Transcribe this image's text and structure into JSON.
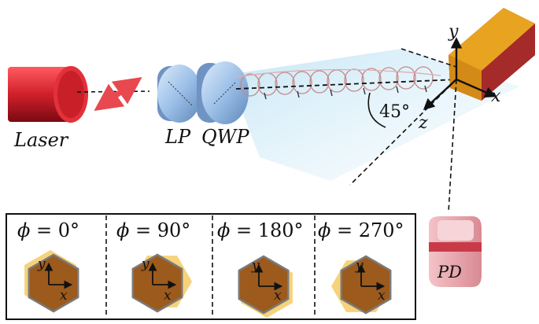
{
  "labels": {
    "laser": "Laser",
    "lp": "LP",
    "qwp": "QWP",
    "pd": "PD",
    "angle": "45°",
    "axis_x": "x",
    "axis_y": "y",
    "axis_z": "z"
  },
  "panels": [
    {
      "symbol": "ϕ",
      "value": "= 0°",
      "rotation_deg": 0,
      "axis_x": "x",
      "axis_y": "y"
    },
    {
      "symbol": "ϕ",
      "value": "= 90°",
      "rotation_deg": 90,
      "axis_x": "x",
      "axis_y": "y"
    },
    {
      "symbol": "ϕ",
      "value": "= 180°",
      "rotation_deg": 180,
      "axis_x": "x",
      "axis_y": "y"
    },
    {
      "symbol": "ϕ",
      "value": "= 270°",
      "rotation_deg": 270,
      "axis_x": "x",
      "axis_y": "y"
    }
  ],
  "colors": {
    "laser": "#d0202a",
    "optics": "#9cc0e8",
    "crystal_face": "#e8a321",
    "crystal_side": "#c0392b",
    "hexagon": "#9c5a1c",
    "hexagon_glow": "#f6d27a",
    "detector": "#e8a0a8",
    "beam_plane": "#bfe3f4"
  }
}
